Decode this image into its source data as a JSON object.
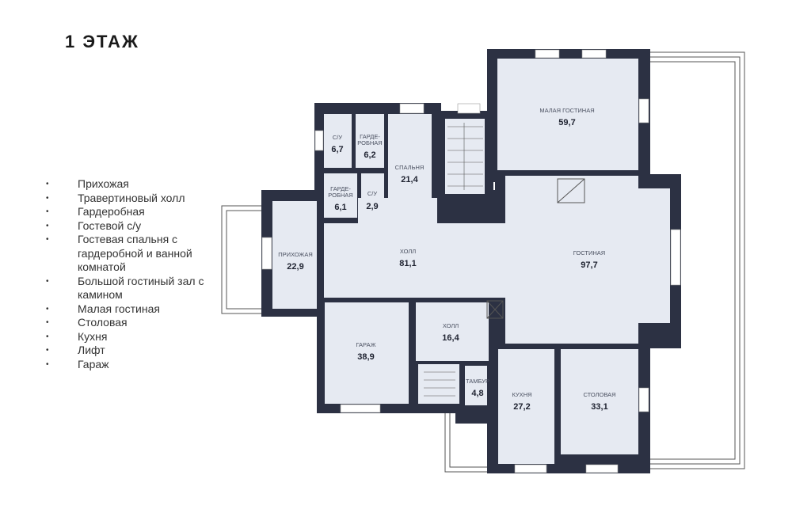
{
  "title": "1 ЭТАЖ",
  "legend": [
    "Прихожая",
    "Травертиновый холл",
    "Гардеробная",
    "Гостевой с/у",
    "Гостевая спальня с гардеробной и ванной комнатой",
    "Большой гостиный зал с камином",
    "Малая гостиная",
    "Столовая",
    "Кухня",
    "Лифт",
    "Гараж"
  ],
  "rooms": {
    "su1": {
      "name": "С/У",
      "area": "6,7"
    },
    "garderob1": {
      "name1": "ГАРДЕ-",
      "name2": "РОБНАЯ",
      "area": "6,2"
    },
    "spalnya": {
      "name": "СПАЛЬНЯ",
      "area": "21,4"
    },
    "garderob2": {
      "name1": "ГАРДЕ-",
      "name2": "РОБНАЯ",
      "area": "6,1"
    },
    "su2": {
      "name": "С/У",
      "area": "2,9"
    },
    "prihozhaya": {
      "name": "ПРИХОЖАЯ",
      "area": "22,9"
    },
    "holl": {
      "name": "ХОЛЛ",
      "area": "81,1"
    },
    "malaya": {
      "name": "МАЛАЯ ГОСТИНАЯ",
      "area": "59,7"
    },
    "gostinaya": {
      "name": "ГОСТИНАЯ",
      "area": "97,7"
    },
    "garazh": {
      "name": "ГАРАЖ",
      "area": "38,9"
    },
    "holl2": {
      "name": "ХОЛЛ",
      "area": "16,4"
    },
    "tambur": {
      "name": "ТАМБУР",
      "area": "4,8"
    },
    "kuhnya": {
      "name": "КУХНЯ",
      "area": "27,2"
    },
    "stolovaya": {
      "name": "СТОЛОВАЯ",
      "area": "33,1"
    }
  },
  "colors": {
    "wall": "#2c3143",
    "room": "#e6eaf2"
  }
}
